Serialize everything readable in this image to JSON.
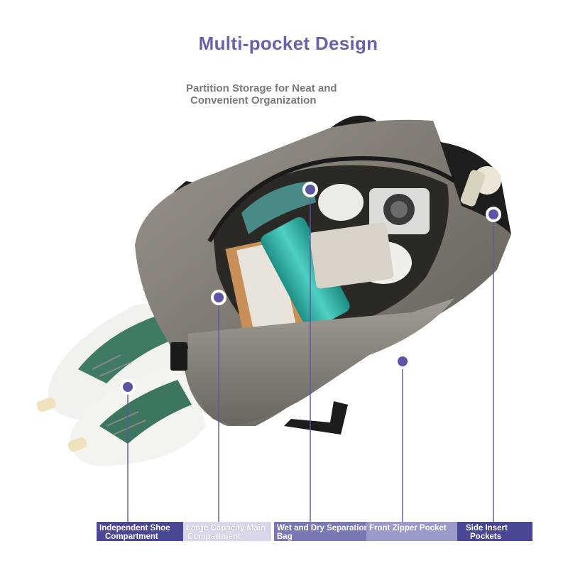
{
  "header": {
    "title": "Multi-pocket Design",
    "subtitle_line1": "Partition Storage for Neat and",
    "subtitle_line2": "Convenient Organization"
  },
  "callouts": [
    {
      "line1": "Independent Shoe",
      "line2": "Compartment"
    },
    {
      "line1": "Large Capacity Main",
      "line2": "Compartment"
    },
    {
      "line1": "Wet and Dry Separation",
      "line2": "Bag"
    },
    {
      "line1": "Front Zipper Pocket",
      "line2": ""
    },
    {
      "line1": "Side Insert",
      "line2": "Pockets"
    }
  ],
  "colors": {
    "accent": "#6a62a8",
    "marker": "#5b55a6",
    "bag": "#8a857c",
    "label_dark": "#4a4894"
  }
}
